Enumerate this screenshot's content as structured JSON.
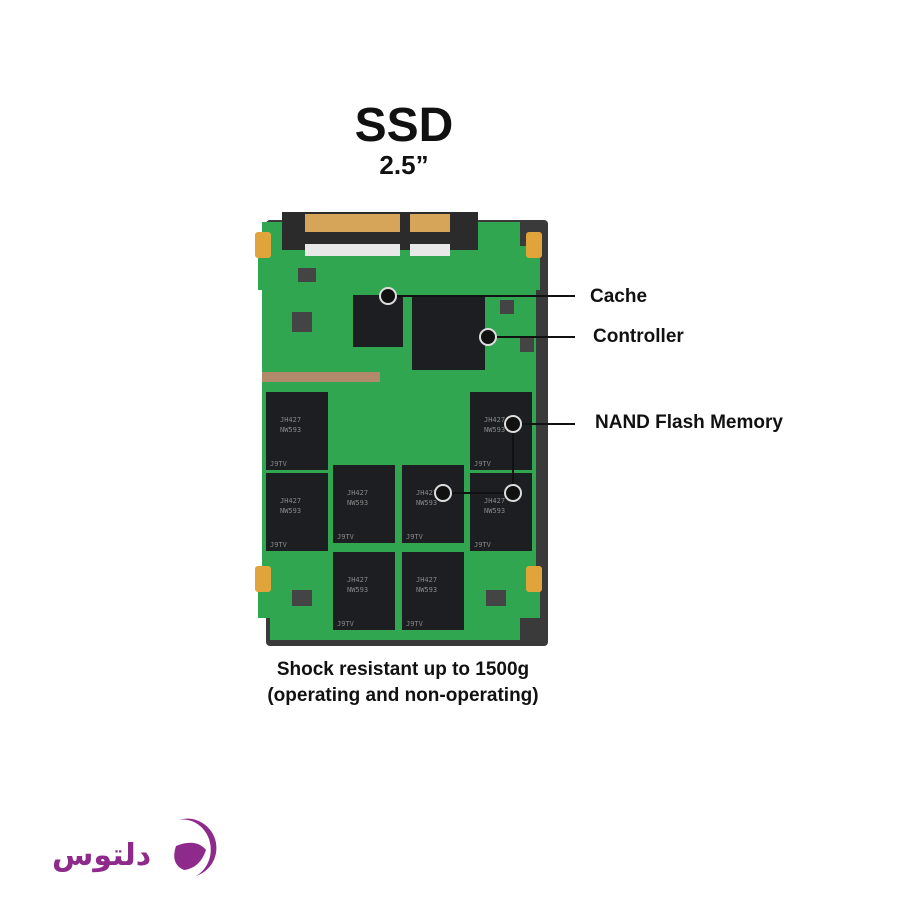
{
  "title": "SSD",
  "subtitle": "2.5”",
  "labels": {
    "cache": "Cache",
    "controller": "Controller",
    "nand": "NAND Flash Memory"
  },
  "caption": {
    "line1": "Shock resistant up to 1500g",
    "line2": "(operating and non-operating)"
  },
  "chip_marking": {
    "line1": "JH427",
    "line2": "NW593",
    "footer": "J9TV"
  },
  "logo": {
    "text": "دلتوس",
    "color": "#8e2a8b"
  },
  "colors": {
    "pcb": "#2fa64f",
    "chip": "#1c1e22",
    "gold": "#e1a43a",
    "line": "#111111"
  }
}
